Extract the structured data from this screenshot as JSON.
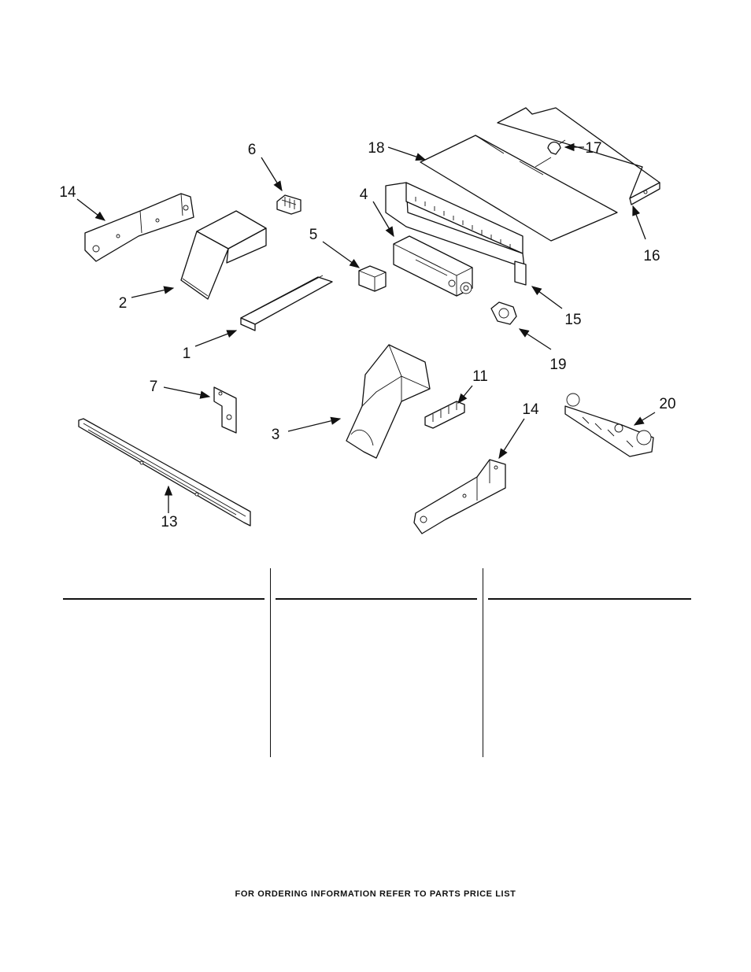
{
  "callouts": [
    {
      "id": "1",
      "label": "1"
    },
    {
      "id": "2",
      "label": "2"
    },
    {
      "id": "3",
      "label": "3"
    },
    {
      "id": "4",
      "label": "4"
    },
    {
      "id": "5",
      "label": "5"
    },
    {
      "id": "6",
      "label": "6"
    },
    {
      "id": "7",
      "label": "7"
    },
    {
      "id": "11",
      "label": "11"
    },
    {
      "id": "13",
      "label": "13"
    },
    {
      "id": "14a",
      "label": "14"
    },
    {
      "id": "14b",
      "label": "14"
    },
    {
      "id": "15",
      "label": "15"
    },
    {
      "id": "16",
      "label": "16"
    },
    {
      "id": "17",
      "label": "17"
    },
    {
      "id": "18",
      "label": "18"
    },
    {
      "id": "19",
      "label": "19"
    },
    {
      "id": "20",
      "label": "20"
    }
  ],
  "parts_table": {
    "columns": 3
  },
  "footer": {
    "note": "FOR ORDERING INFORMATION REFER TO PARTS PRICE LIST"
  }
}
